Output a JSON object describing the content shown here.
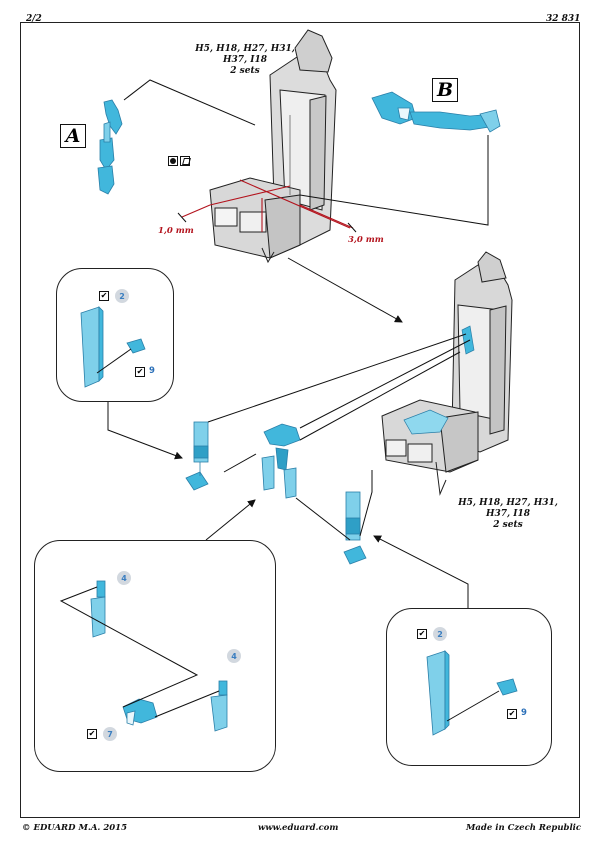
{
  "header": {
    "page": "2/2",
    "kit_number": "32 831"
  },
  "labels": {
    "a": "A",
    "b": "B"
  },
  "captions": {
    "top": [
      "H5, H18, H27, H31,",
      "H37, I18",
      "2 sets"
    ],
    "mid": [
      "H5, H18, H27, H31,",
      "H37, I18",
      "2 sets"
    ]
  },
  "dimensions": {
    "left": "1,0 mm",
    "right": "3,0 mm"
  },
  "details": {
    "top_left": {
      "part_main": "2",
      "part_clip": "9"
    },
    "bottom_left": {
      "part_a": "4",
      "part_b": "4",
      "part_c": "7"
    },
    "bottom_right": {
      "part_main": "2",
      "part_clip": "9"
    }
  },
  "footer": {
    "copyright": "© EDUARD  M.A. 2015",
    "website": "www.eduard.com",
    "origin": "Made in Czech Republic"
  },
  "colors": {
    "part": "#41b7dc",
    "dimension": "#b3131d",
    "number_bg": "#d2d8df",
    "number_fg": "#3a7ec0"
  },
  "icons": {
    "check": "checkmark-icon",
    "glue": "glue-icon",
    "paint": "paint-icon"
  }
}
